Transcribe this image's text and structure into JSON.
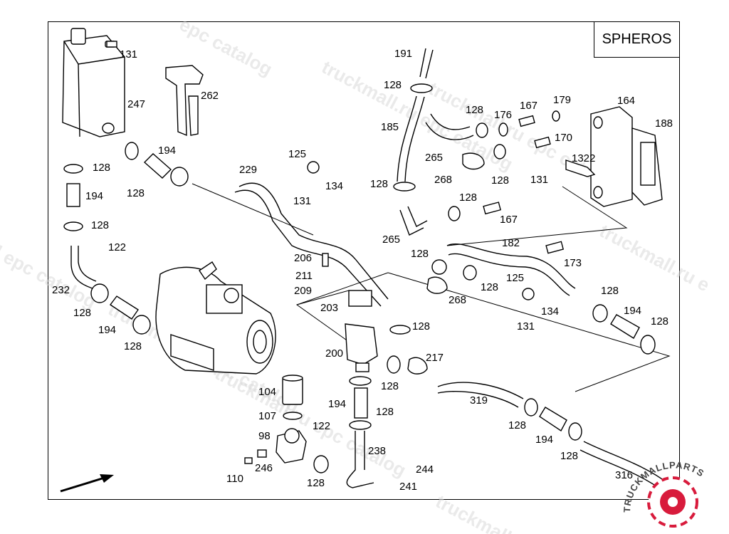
{
  "brand": "SPHEROS",
  "watermarks": [
    "epc catalog",
    "truckmall.ru epc catalog",
    "truckmall.ru e",
    "truckmall.ru epc catalog",
    "truckmall.ru epc catalog",
    "l epc catalog",
    "truckmall.ru epc catalog",
    "truckmall.ru"
  ],
  "logo": {
    "text": "TRUCKMALLPARTS",
    "color": "#d81b3c"
  },
  "labels": [
    "131",
    "247",
    "262",
    "194",
    "128",
    "128",
    "194",
    "128",
    "122",
    "232",
    "128",
    "194",
    "128",
    "229",
    "125",
    "134",
    "131",
    "191",
    "128",
    "185",
    "128",
    "265",
    "128",
    "176",
    "167",
    "179",
    "164",
    "188",
    "268",
    "128",
    "170",
    "1322",
    "131",
    "128",
    "167",
    "265",
    "182",
    "128",
    "173",
    "128",
    "268",
    "125",
    "134",
    "131",
    "128",
    "194",
    "128",
    "206",
    "211",
    "209",
    "203",
    "128",
    "217",
    "200",
    "128",
    "104",
    "194",
    "128",
    "107",
    "98",
    "122",
    "238",
    "246",
    "110",
    "128",
    "244",
    "241",
    "319",
    "128",
    "194",
    "128",
    "316"
  ]
}
